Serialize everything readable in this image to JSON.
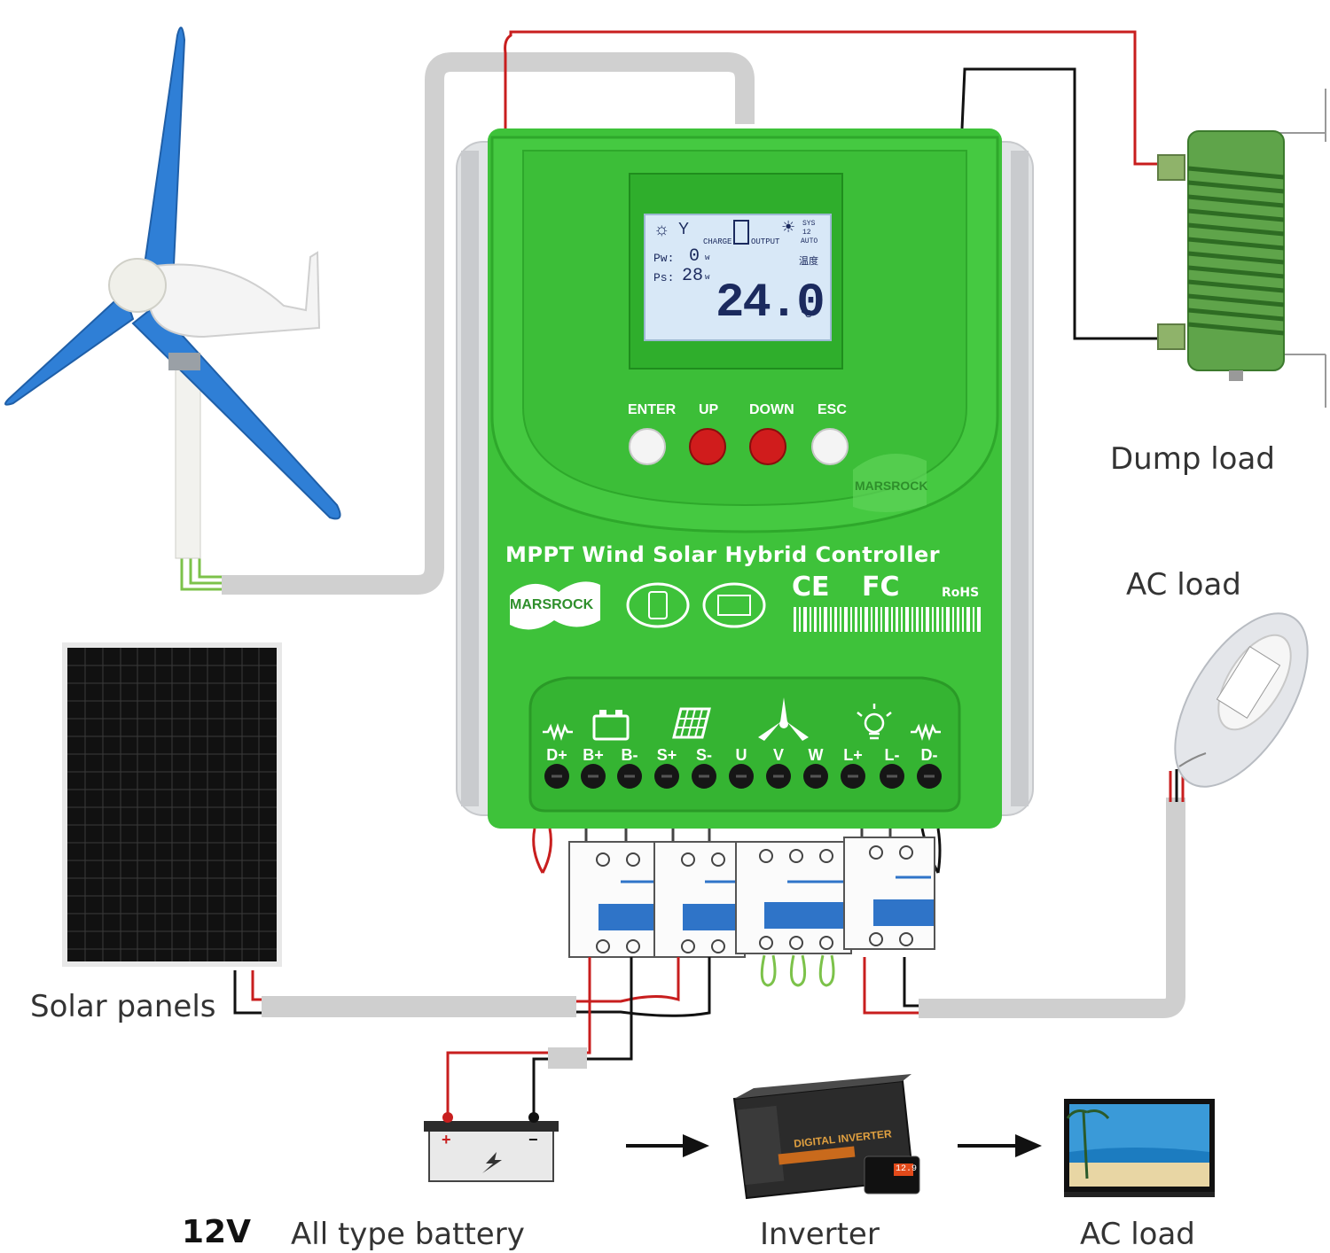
{
  "labels": {
    "dump_load": "Dump load",
    "ac_load_lamp": "AC load",
    "solar_panels": "Solar panels",
    "voltage": "12V",
    "battery": "All type battery",
    "inverter": "Inverter",
    "ac_load_tv": "AC load"
  },
  "controller": {
    "title": "MPPT Wind Solar Hybrid Controller",
    "brand": "MARSROCK",
    "brand_small": "MARSROCK",
    "buttons": [
      "ENTER",
      "UP",
      "DOWN",
      "ESC"
    ],
    "terminals": [
      "D+",
      "B+",
      "B-",
      "S+",
      "S-",
      "U",
      "V",
      "W",
      "L+",
      "L-",
      "D-"
    ],
    "cert_ce": "CE",
    "cert_fc": "FC",
    "cert_rohs": "RoHS"
  },
  "lcd": {
    "charge": "CHARGE",
    "output": "OUTPUT",
    "sys": "SYS",
    "sys_v": "12",
    "auto": "AUTO",
    "pw_label": "Pw:",
    "pw_value": "0",
    "ps_label": "Ps:",
    "ps_value": "28",
    "unit_w1": "w",
    "unit_w2": "w",
    "temp_cn": "温度",
    "main_value": "24.0",
    "main_unit": "℃"
  },
  "inverter_device": {
    "brand": "DIGITAL INVERTER",
    "display": "12.9"
  },
  "colors": {
    "controller_green": "#3ec23a",
    "wire_red": "#d42020",
    "wire_black": "#111111",
    "wire_green": "#7cc24a",
    "cable_gray": "#cfcfcf",
    "turbine_blue": "#2f7fd6",
    "breaker_blue": "#2f74c8"
  }
}
